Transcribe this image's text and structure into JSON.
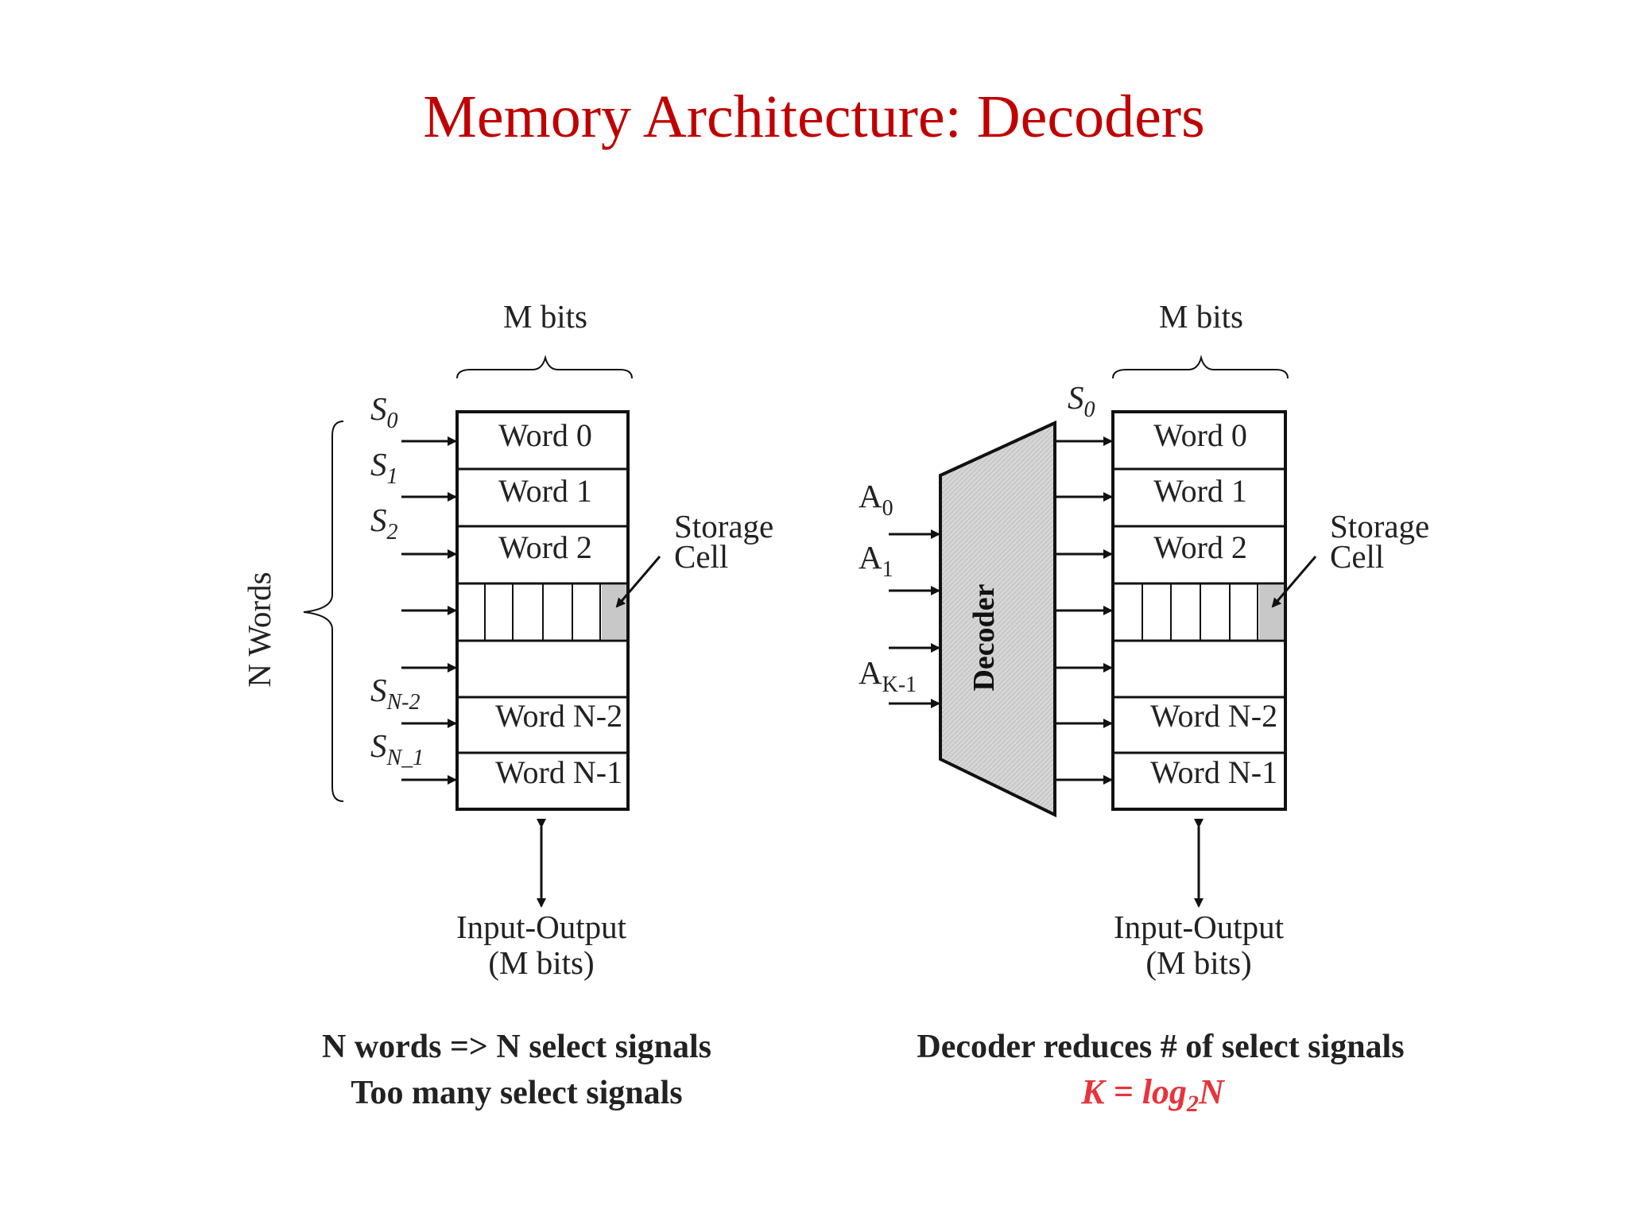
{
  "title": "Memory Architecture: Decoders",
  "colors": {
    "title": "#c00000",
    "formula": "#e8333b",
    "storage_cell": "#c8c8c8",
    "decoder_fill": "#dcdcdc"
  },
  "left_diagram": {
    "width_label": "M bits",
    "height_label": "N Words",
    "select_signals": [
      {
        "base": "S",
        "sub": "0"
      },
      {
        "base": "S",
        "sub": "1"
      },
      {
        "base": "S",
        "sub": "2"
      },
      {
        "base": "S",
        "sub": "N-2"
      },
      {
        "base": "S",
        "sub": "N_1"
      }
    ],
    "words": [
      "Word 0",
      "Word 1",
      "Word 2",
      "Word N-2",
      "Word N-1"
    ],
    "storage_label": [
      "Storage",
      "Cell"
    ],
    "io_label": [
      "Input-Output",
      "(M bits)"
    ],
    "caption": [
      "N words => N select signals",
      "Too many select signals"
    ]
  },
  "right_diagram": {
    "width_label": "M bits",
    "select_signal": {
      "base": "S",
      "sub": "0"
    },
    "address_inputs": [
      {
        "base": "A",
        "sub": "0"
      },
      {
        "base": "A",
        "sub": "1"
      },
      {
        "base": "A",
        "sub": "K-1"
      }
    ],
    "decoder_label": "Decoder",
    "words": [
      "Word 0",
      "Word 1",
      "Word 2",
      "Word N-2",
      "Word N-1"
    ],
    "storage_label": [
      "Storage",
      "Cell"
    ],
    "io_label": [
      "Input-Output",
      "(M bits)"
    ],
    "caption": "Decoder reduces # of select signals",
    "formula": {
      "lhs": "K",
      "eq": " = ",
      "fn": "log",
      "sub": "2",
      "arg": "N"
    }
  }
}
